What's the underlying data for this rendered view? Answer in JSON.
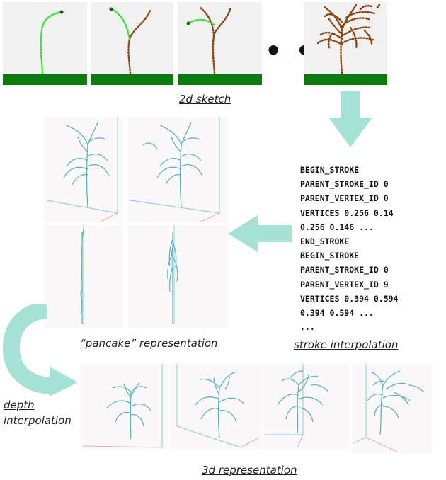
{
  "labels": {
    "sketch_2d": "2d sketch",
    "ellipsis": "• • •",
    "pancake": "“pancake” representation",
    "stroke_interp": "stroke interpolation",
    "depth_interp_line1": "depth",
    "depth_interp_line2": "interpolation",
    "rep_3d": "3d representation"
  },
  "stroke_file": {
    "lines": [
      "BEGIN_STROKE",
      "PARENT_STROKE_ID 0",
      "PARENT_VERTEX_ID 0",
      "VERTICES 0.256 0.14",
      "0.256 0.146 ...",
      "END_STROKE",
      "BEGIN_STROKE",
      "PARENT_STROKE_ID 0",
      "PARENT_VERTEX_ID 9",
      "VERTICES 0.394 0.594",
      "0.394 0.594 ...",
      "..."
    ]
  },
  "colors": {
    "active_stroke": "#33e033",
    "finished_stroke": "#8b4513",
    "ground": "#0c7a0c",
    "arrow": "#a6e1d6",
    "plant_3d": "#5fb3c0"
  }
}
